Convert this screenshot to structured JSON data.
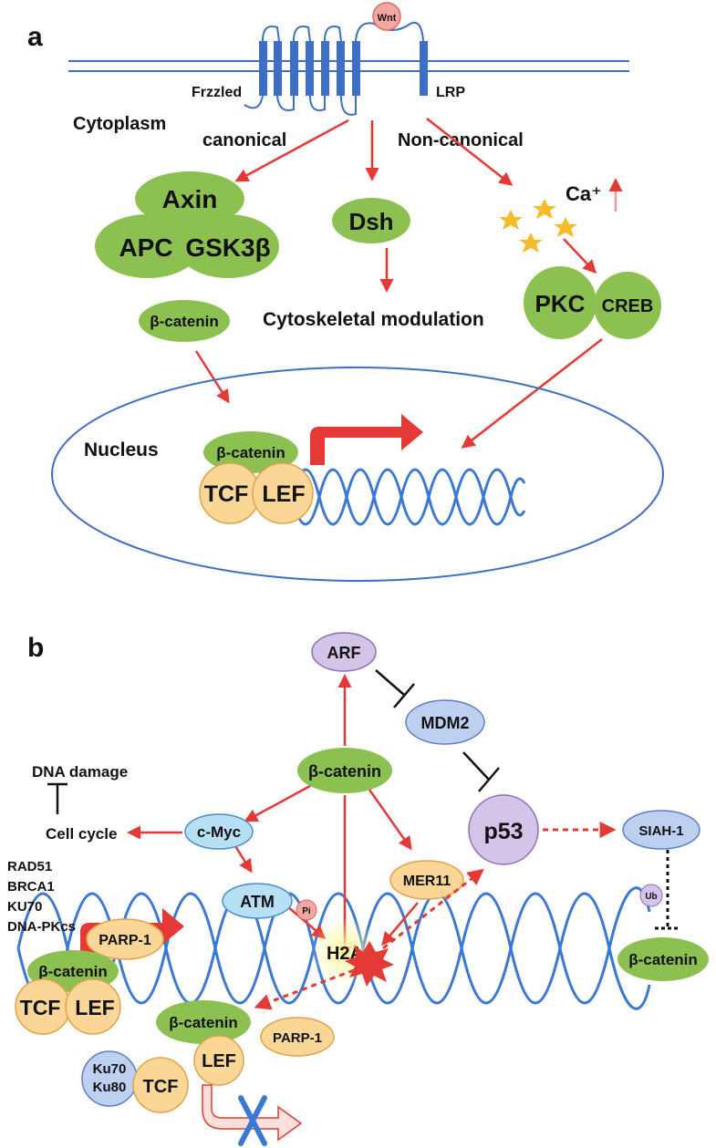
{
  "panel_a": {
    "label": "a",
    "wnt": "Wnt",
    "frizzled": "Frzzled",
    "lrp": "LRP",
    "cytoplasm": "Cytoplasm",
    "canonical": "canonical",
    "non_canonical": "Non-canonical",
    "axin": "Axin",
    "apc": "APC",
    "gsk3b": "GSK3β",
    "dsh": "Dsh",
    "calcium": "Ca⁺",
    "beta_catenin_cyto": "β-catenin",
    "cytoskeletal": "Cytoskeletal modulation",
    "pkc": "PKC",
    "creb": "CREB",
    "nucleus": "Nucleus",
    "beta_catenin_nuc": "β-catenin",
    "tcf": "TCF",
    "lef": "LEF"
  },
  "panel_b": {
    "label": "b",
    "arf": "ARF",
    "mdm2": "MDM2",
    "beta_catenin_center": "β-catenin",
    "dna_damage": "DNA damage",
    "cell_cycle": "Cell cycle",
    "cmyc": "c-Myc",
    "p53": "p53",
    "siah1": "SIAH-1",
    "repair_genes": [
      "RAD51",
      "BRCA1",
      "KU70",
      "DNA-PKcs"
    ],
    "mer11": "MER11",
    "atm": "ATM",
    "pi": "Pi",
    "ub": "Ub",
    "h2a": "H2A",
    "parp1_top": "PARP-1",
    "beta_catenin_left": "β-catenin",
    "tcf_left": "TCF",
    "lef_left": "LEF",
    "beta_catenin_right": "β-catenin",
    "beta_catenin_mid": "β-catenin",
    "lef_mid": "LEF",
    "parp1_mid": "PARP-1",
    "ku70": "Ku70",
    "ku80": "Ku80",
    "tcf_bottom": "TCF"
  },
  "colors": {
    "green": "#8cc152",
    "orange": "#fbd797",
    "purple": "#d3c4e8",
    "blue_node": "#bdd0f0",
    "cyan_node": "#b8e0f4",
    "membrane": "#3f6fc4",
    "dna": "#3a78d2",
    "arrow_red": "#e53935"
  }
}
